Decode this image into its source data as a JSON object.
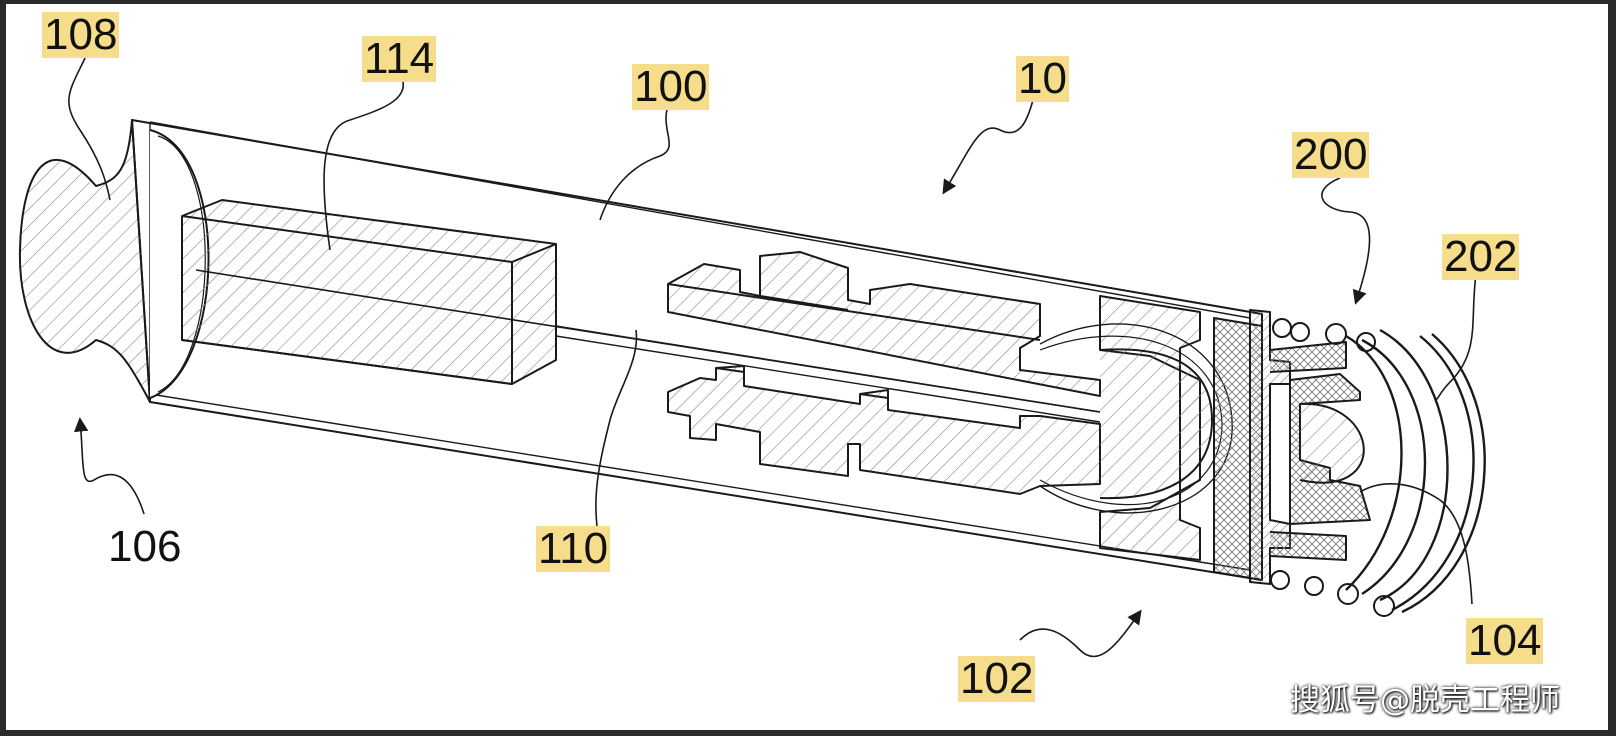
{
  "figure": {
    "reference_labels": [
      {
        "id": "108",
        "text": "108",
        "highlighted": true
      },
      {
        "id": "114",
        "text": "114",
        "highlighted": true
      },
      {
        "id": "100",
        "text": "100",
        "highlighted": true
      },
      {
        "id": "10",
        "text": "10",
        "highlighted": true
      },
      {
        "id": "200",
        "text": "200",
        "highlighted": true
      },
      {
        "id": "202",
        "text": "202",
        "highlighted": true
      },
      {
        "id": "106",
        "text": "106",
        "highlighted": false
      },
      {
        "id": "110",
        "text": "110",
        "highlighted": true
      },
      {
        "id": "102",
        "text": "102",
        "highlighted": true
      },
      {
        "id": "104",
        "text": "104",
        "highlighted": true
      }
    ],
    "highlight_color": "#f5dd8c",
    "line_color": "#1a1a1a"
  },
  "watermark": {
    "text": "搜狐号@脱壳工程师"
  }
}
